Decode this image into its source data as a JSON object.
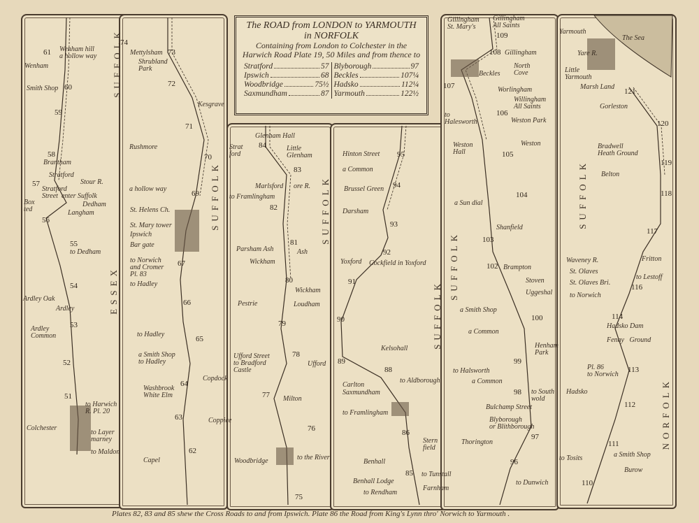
{
  "title_box": {
    "title": "The ROAD from LONDON to YARMOUTH",
    "title2": "in NORFOLK",
    "subtitle": "Containing from London to Colchester in the Harwich Road Plate 19, 50 Miles and from thence to",
    "distances_left": [
      {
        "place": "Stratford",
        "miles": "57"
      },
      {
        "place": "Ipswich",
        "miles": "68"
      },
      {
        "place": "Woodbridge",
        "miles": "75½"
      },
      {
        "place": "Saxmundham",
        "miles": "87"
      }
    ],
    "distances_right": [
      {
        "place": "Blyborough",
        "miles": "97"
      },
      {
        "place": "Beckles",
        "miles": "107¼"
      },
      {
        "place": "Hadsko",
        "miles": "112¼"
      },
      {
        "place": "Yarmouth",
        "miles": "122½"
      }
    ]
  },
  "footer": "Plates 82, 83 and 85 shew the Cross Roads to and from Ipswich. Plate 86 the Road from King's Lynn thro' Norwich to Yarmouth .",
  "colors": {
    "paper": "#e7d9bb",
    "ink": "#3b2f24"
  },
  "strips": [
    {
      "counties": [
        "SUFFOLK",
        "ESSEX"
      ],
      "places": [
        "Wenham hill\na hollow way",
        "Wenham",
        "Smith Shop",
        "Brantham",
        "Stratford",
        "Stratford\nStreet  enter Suffolk",
        "Stour R.",
        "Box\nted",
        "Dedham",
        "Langham",
        "to Dedham",
        "Ardley Oak",
        "Ardley",
        "Ardley\nCommon",
        "to Harwich\nR. Pl. 20",
        "Colchester",
        "to Layer\nmarney",
        "to Maldon"
      ],
      "miles": [
        "61",
        "60",
        "59",
        "58",
        "57",
        "56",
        "55",
        "54",
        "53",
        "52",
        "51"
      ]
    },
    {
      "counties": [
        "SUFFOLK"
      ],
      "places": [
        "Mettylsham",
        "Shrubland\nPark",
        "Kesgrave",
        "Rushmore",
        "a hollow way",
        "St. Helens Ch.",
        "St. Mary tower",
        "Ipswich",
        "Bar gate",
        "to Norwich\nand Cromer\nPl. 83",
        "to Hadley",
        "to Hadley",
        "a Smith Shop\nto Hadley",
        "Copdock",
        "Washbrook\nWhite Elm",
        "Coppice",
        "Capel"
      ],
      "miles": [
        "74",
        "73",
        "72",
        "71",
        "70",
        "69",
        "67",
        "66",
        "65",
        "64",
        "63",
        "62"
      ]
    },
    {
      "counties": [
        "SUFFOLK"
      ],
      "places": [
        "Glenham Hall",
        "Strat\nford",
        "Little\nGlenham",
        "to Framlingham",
        "Marlsford",
        "ore R.",
        "Parsham Ash",
        "Ash",
        "Wickham",
        "Wickham",
        "Loudham",
        "Pestrie",
        "Ufford Street\nto Bradford\nCastle",
        "Ufford",
        "Milton",
        "Woodbridge",
        "to the River"
      ],
      "miles": [
        "84",
        "83",
        "82",
        "81",
        "80",
        "79",
        "78",
        "77",
        "76",
        "75"
      ]
    },
    {
      "counties": [
        "SUFFOLK"
      ],
      "places": [
        "Hinton Street",
        "a Common",
        "Brussel Green",
        "Darsham",
        "Yoxford",
        "Cockfield in Yoxford",
        "Kelsohall",
        "Carlton",
        "Saxmundham",
        "to Aldborough",
        "to Framlingham",
        "Stern\nfield",
        "Benhall",
        "Benhall Lodge",
        "to Tunstall",
        "to Rendham",
        "Farnham"
      ],
      "miles": [
        "95",
        "94",
        "93",
        "92",
        "91",
        "90",
        "89",
        "88",
        "86",
        "85"
      ]
    },
    {
      "counties": [
        "SUFFOLK"
      ],
      "places": [
        "Gillingham\nSt. Mary's",
        "Gillingham\nAll Saints",
        "Gillingham",
        "North\nCove",
        "Beckles",
        "Worlingham",
        "Willingham\nAll Saints",
        "to\nHalesworth",
        "Weston Park",
        "Weston\nHall",
        "Weston",
        "a Sun dial",
        "Shanfield",
        "Brampton",
        "Stoven",
        "Uggeshal",
        "a Smith Shop",
        "a Common",
        "Henham\nPark",
        "to Halsworth",
        "a Common",
        "to South\nwold",
        "Bulchamp Street",
        "Blyborough\nor Blithborough",
        "Thorington",
        "to Dunwich"
      ],
      "miles": [
        "109",
        "108",
        "107",
        "106",
        "105",
        "104",
        "103",
        "102",
        "100",
        "99",
        "98",
        "97",
        "96"
      ]
    },
    {
      "counties": [
        "SUFFOLK",
        "NORFOLK"
      ],
      "places": [
        "Yarmouth",
        "The Sea",
        "Yare R.",
        "Little\nYarmouth",
        "Marsh Land",
        "Gorleston",
        "Bradwell\nHeath Ground",
        "Belton",
        "Waveney R.",
        "Fritton",
        "St. Olaves",
        "St. Olaves Bri.",
        "to Lestoff",
        "to Norwich",
        "Hadsko Dam",
        "Fenny   Ground",
        "Pl. 86\nto Norwich",
        "Hadsko",
        "to Tosits",
        "a Smith Shop",
        "Burow"
      ],
      "miles": [
        "121",
        "120",
        "119",
        "118",
        "117",
        "116",
        "114",
        "113",
        "112",
        "111",
        "110"
      ]
    }
  ]
}
